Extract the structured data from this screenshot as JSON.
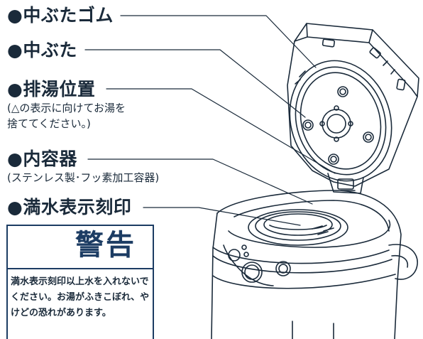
{
  "labels": {
    "inner_lid_gasket": "●中ぶたゴム",
    "inner_lid": "●中ぶた",
    "drain_position": "●排湯位置",
    "drain_note_line1": "(△の表示に向けてお湯を",
    "drain_note_line2": "捨ててください。)",
    "inner_container": "●内容器",
    "inner_container_note": "(ステンレス製･フッ素加工容器)",
    "water_level_mark": "●満水表示刻印"
  },
  "warning": {
    "title": "警告",
    "text": "満水表示刻印以上水を入れないでください。お湯がふきこぼれ、やけどの恐れがあります。",
    "accent_color": "#1c3c63"
  },
  "icons": [
    "warning-triangle-icon"
  ]
}
